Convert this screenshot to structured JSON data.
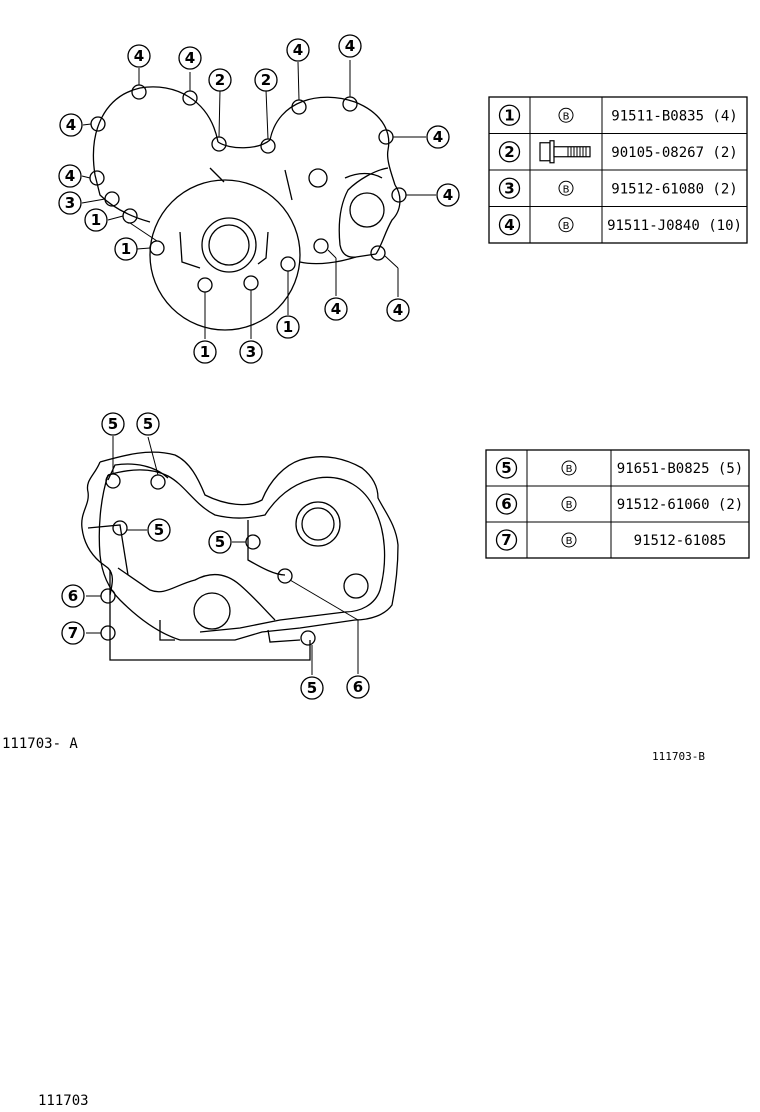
{
  "captions": {
    "fig_a": "111703- A",
    "fig_b": "111703-B",
    "page": "111703"
  },
  "table_top": {
    "rows": [
      {
        "ref": "1",
        "mark": "B",
        "part": "91511-B0835 (4)"
      },
      {
        "ref": "2",
        "mark": "bolt-icon",
        "part": "90105-08267 (2)"
      },
      {
        "ref": "3",
        "mark": "B",
        "part": "91512-61080 (2)"
      },
      {
        "ref": "4",
        "mark": "B",
        "part": "91511-J0840 (10)"
      }
    ]
  },
  "table_bottom": {
    "rows": [
      {
        "ref": "5",
        "mark": "B",
        "part": "91651-B0825 (5)"
      },
      {
        "ref": "6",
        "mark": "B",
        "part": "91512-61060 (2)"
      },
      {
        "ref": "7",
        "mark": "B",
        "part": "91512-61085"
      }
    ]
  },
  "callouts_a": [
    "4",
    "4",
    "2",
    "2",
    "4",
    "4",
    "4",
    "4",
    "4",
    "4",
    "3",
    "1",
    "1",
    "1",
    "1",
    "3",
    "4",
    "4"
  ],
  "callouts_b": [
    "5",
    "5",
    "5",
    "5",
    "6",
    "6",
    "7",
    "5"
  ]
}
